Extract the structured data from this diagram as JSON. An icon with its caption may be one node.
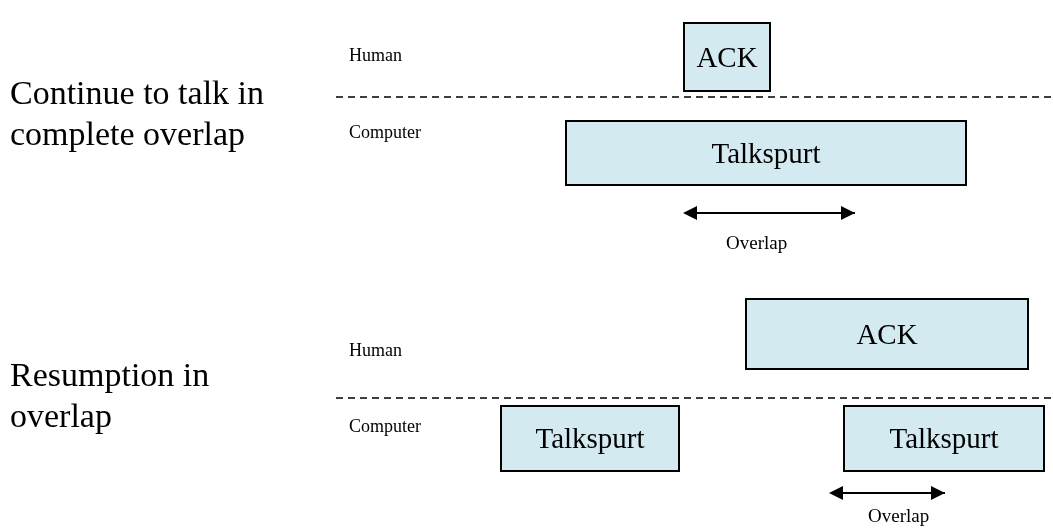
{
  "diagram": {
    "nodes": [
      {
        "text": [
          "ACK"
        ]
      },
      {
        "text": [
          "Talkspurt"
        ]
      },
      {
        "text": [
          "ACK"
        ]
      },
      {
        "text": [
          "Talkspurt"
        ]
      },
      {
        "text": [
          "Talkspurt"
        ]
      }
    ],
    "labels": [
      "Human",
      "Continue to talk in complete overlap",
      "Computer",
      "Overlap",
      "Human",
      "Resumption in overlap",
      "Computer",
      "Overlap"
    ]
  }
}
